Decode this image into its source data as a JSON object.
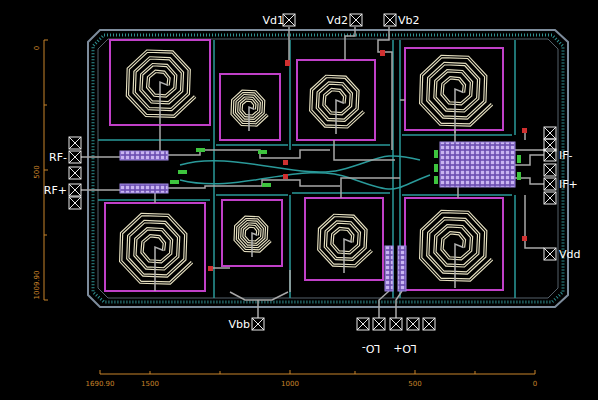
{
  "diagram": {
    "labels": [
      "Vd1",
      "Vd2",
      "Vb2",
      "RF-",
      "RF+",
      "IF-",
      "IF+",
      "Vdd",
      "Vbb",
      "LO-",
      "LO+",
      "0",
      "500",
      "1009.90",
      "1690.90",
      "1500",
      "1000",
      "500",
      "0"
    ]
  }
}
